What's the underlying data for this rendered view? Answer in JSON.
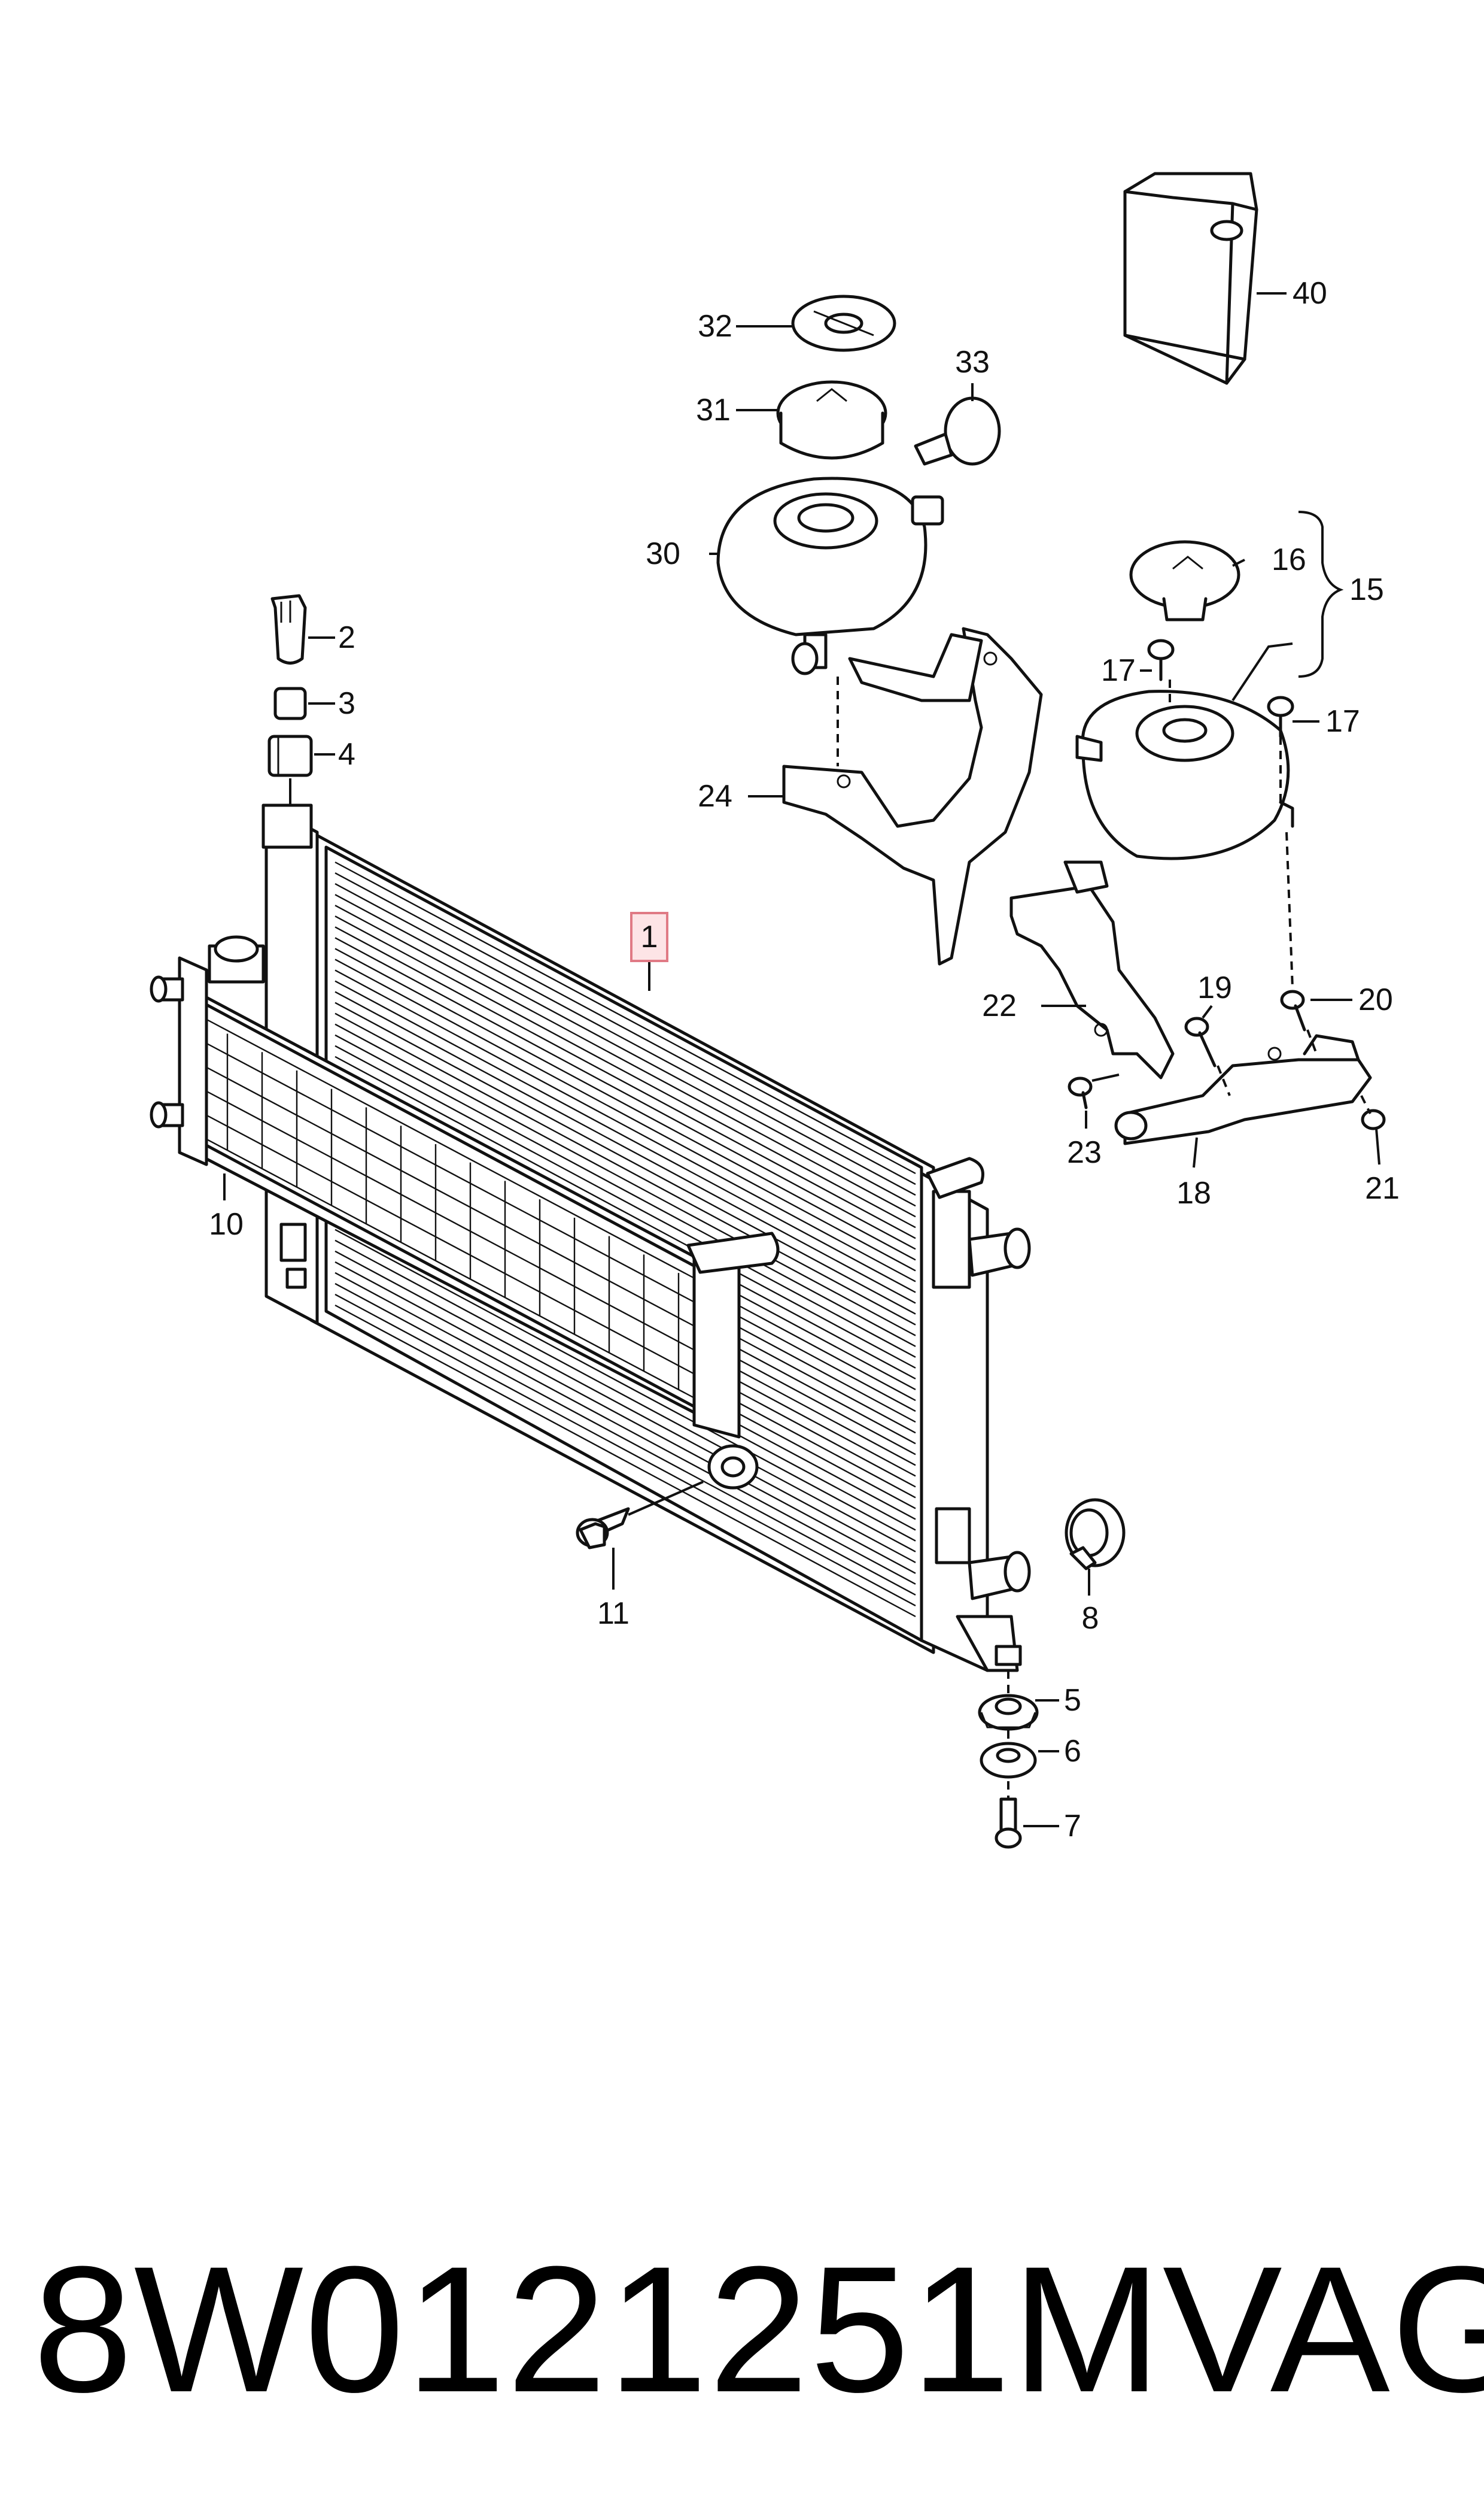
{
  "diagram": {
    "highlighted_part": "1",
    "callouts": [
      "1",
      "2",
      "3",
      "4",
      "5",
      "6",
      "7",
      "8",
      "10",
      "11",
      "15",
      "16",
      "17",
      "17",
      "18",
      "19",
      "20",
      "21",
      "22",
      "23",
      "24",
      "30",
      "31",
      "32",
      "33",
      "40"
    ]
  },
  "caption": {
    "part_number": "8W0121251M",
    "brand": "VAG"
  }
}
